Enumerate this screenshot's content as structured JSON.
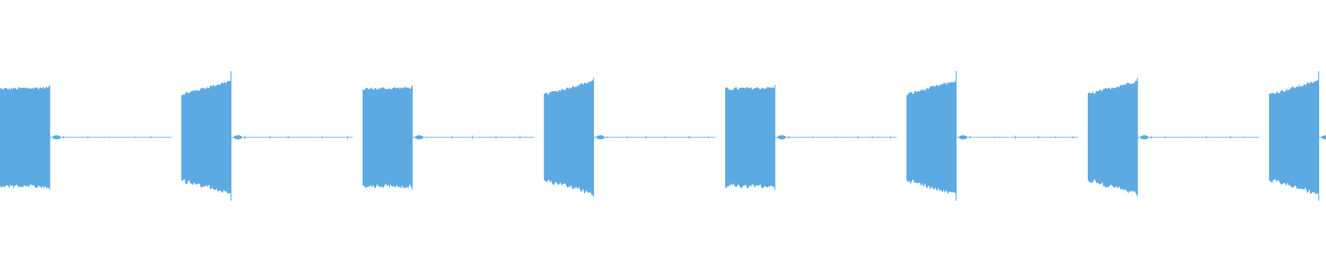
{
  "waveform": {
    "color": "#5DAAE3",
    "background": "#FFFFFF",
    "burst_count": 8,
    "bursts": [
      {
        "index": 1,
        "shape": "flat",
        "spike": false
      },
      {
        "index": 2,
        "shape": "rising",
        "spike": true
      },
      {
        "index": 3,
        "shape": "flat",
        "spike": false
      },
      {
        "index": 4,
        "shape": "rising",
        "spike": false
      },
      {
        "index": 5,
        "shape": "flat",
        "spike": false
      },
      {
        "index": 6,
        "shape": "rising",
        "spike": true
      },
      {
        "index": 7,
        "shape": "rising",
        "spike": false
      },
      {
        "index": 8,
        "shape": "rising",
        "spike": true
      }
    ]
  }
}
